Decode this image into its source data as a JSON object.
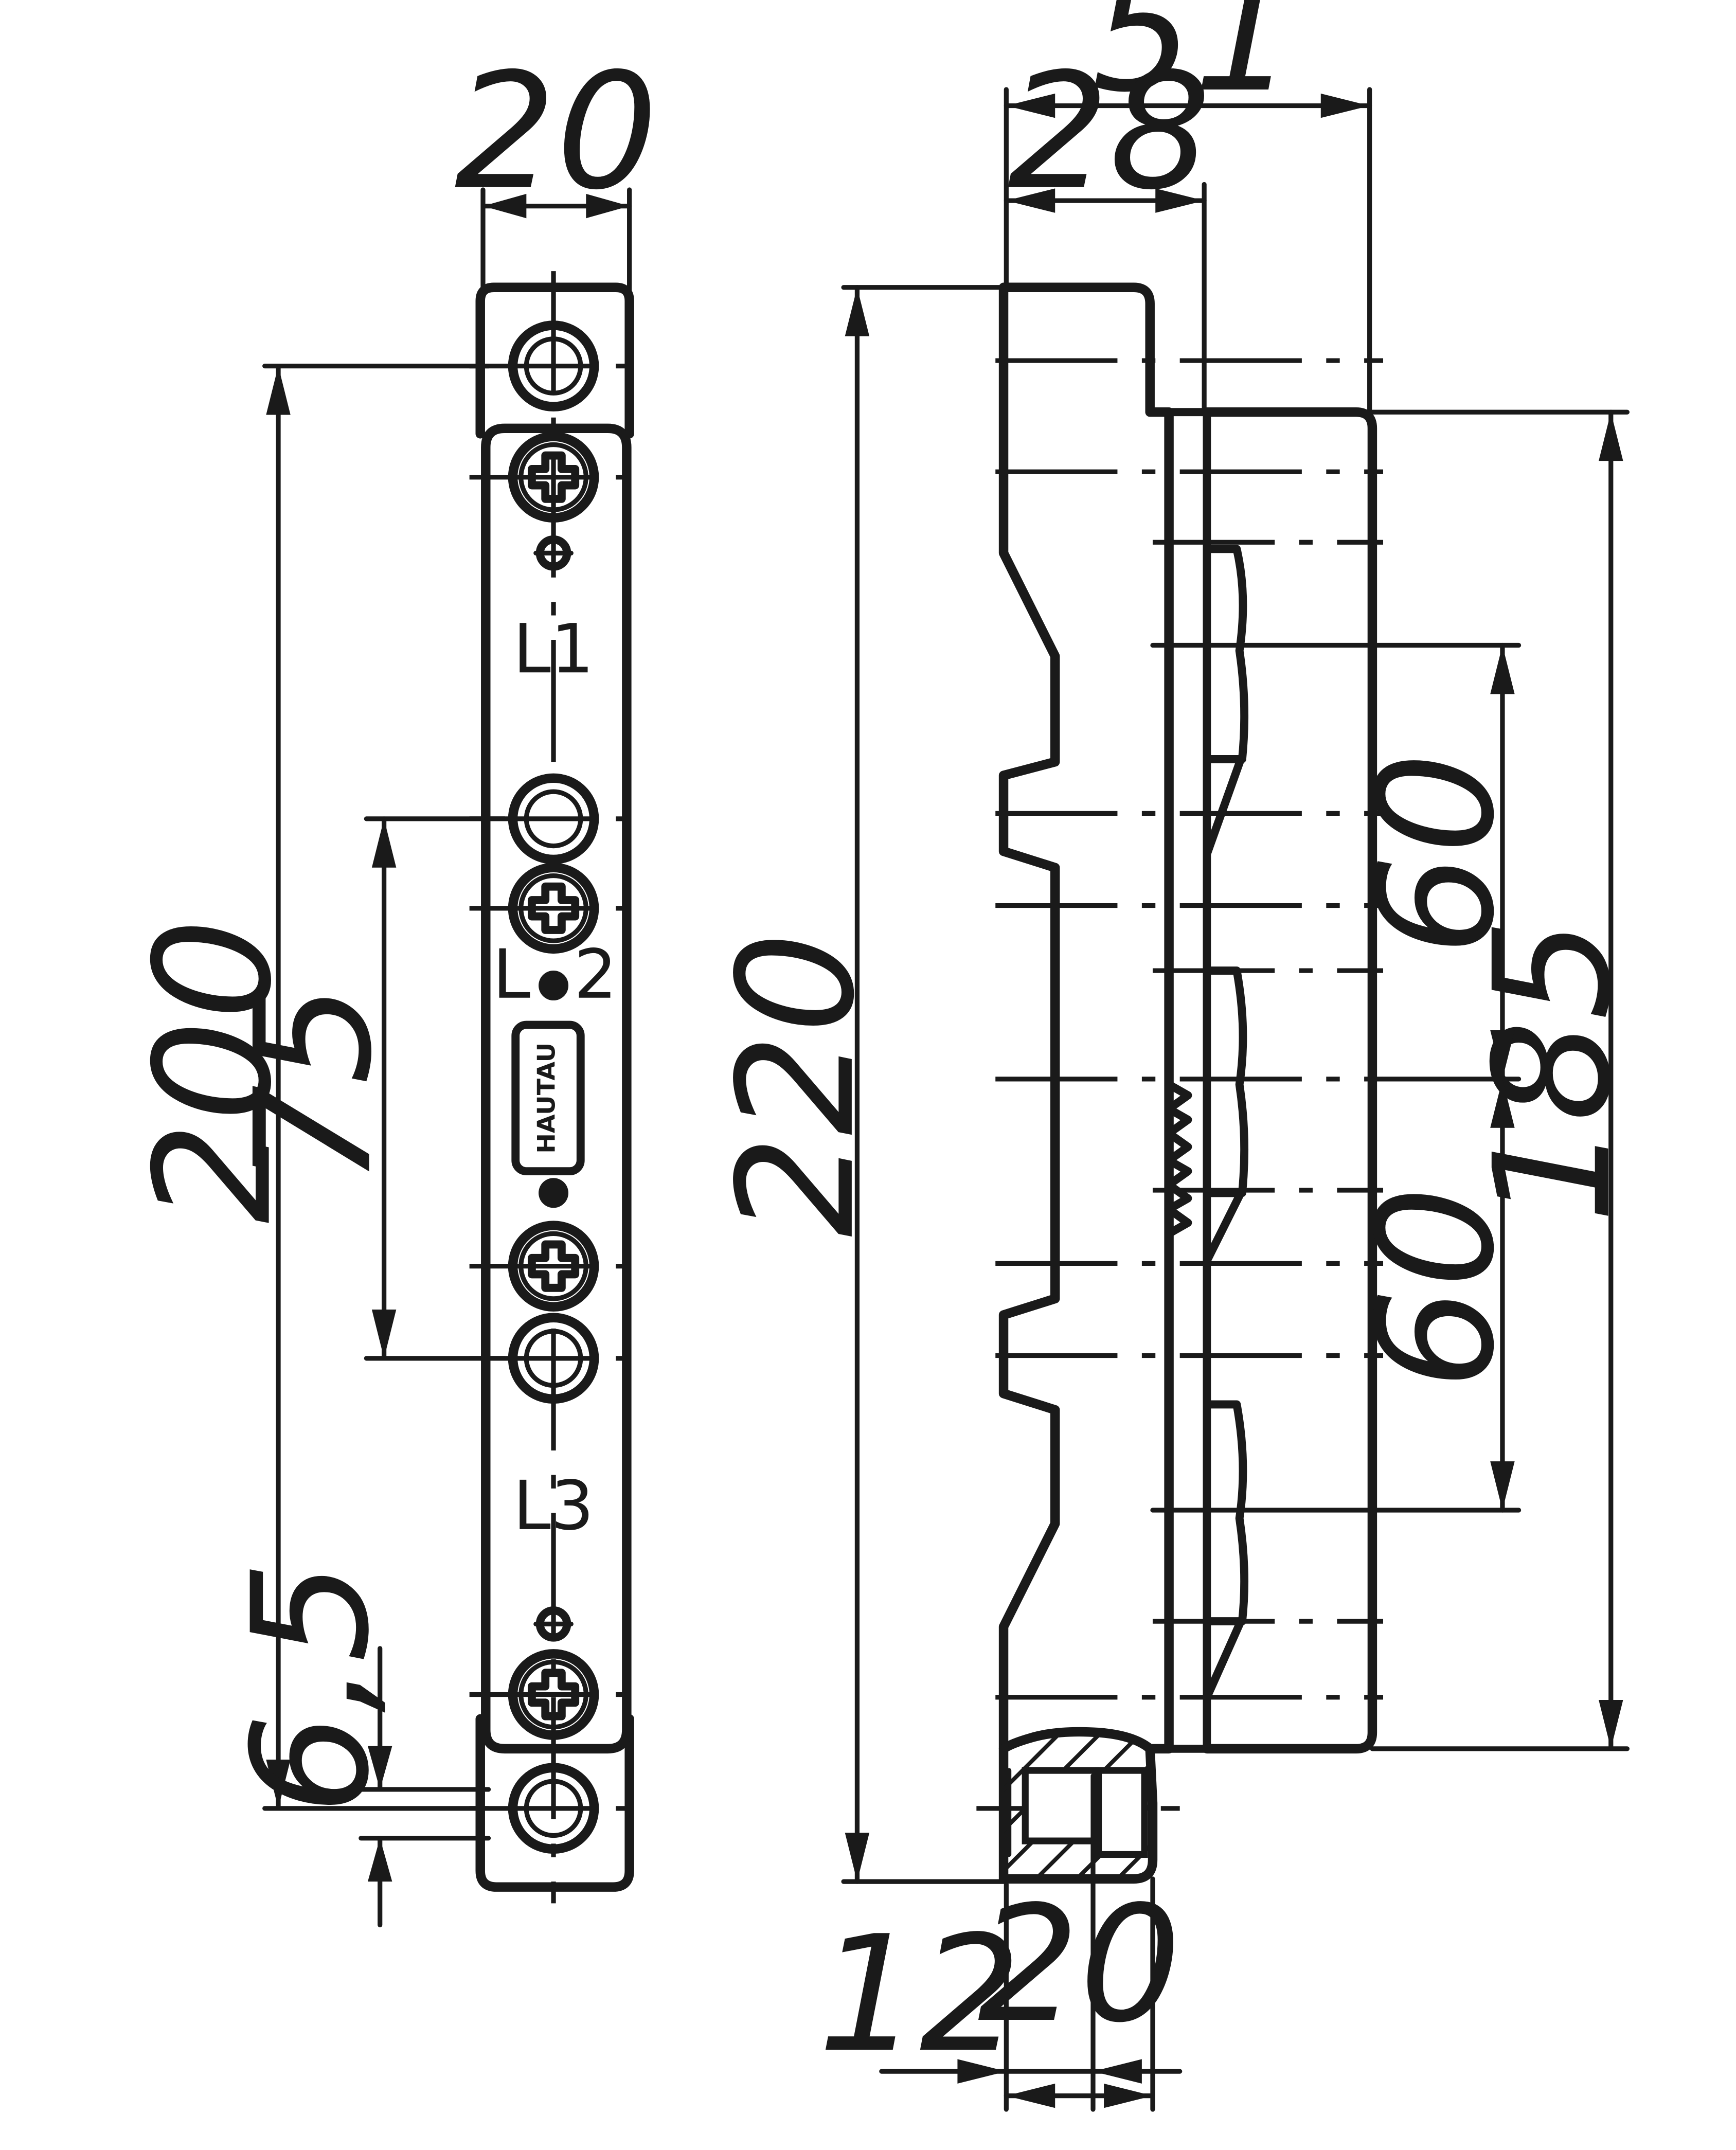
{
  "front_view": {
    "labels": {
      "l1": "L1",
      "l2_left": "L",
      "l2_right": "2",
      "l3": "L3"
    },
    "brand_text": "HAUTAU",
    "dims": {
      "width": "20",
      "hole_spacing": "200",
      "inner_spacing": "75",
      "end_offset": "6,5"
    }
  },
  "side_view": {
    "dims": {
      "total_depth": "51",
      "base_depth": "28",
      "total_height": "220",
      "rail_length": "185",
      "upper_pitch": "60",
      "lower_pitch": "60",
      "foot_offset": "12",
      "foot_width": "20"
    }
  }
}
